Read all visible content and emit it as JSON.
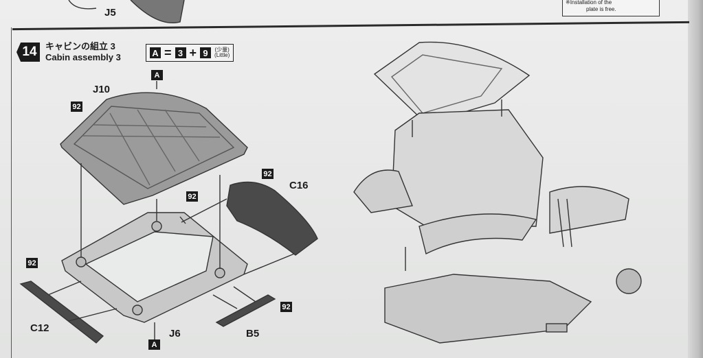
{
  "header": {
    "prev_part_label": "J5",
    "note_line1": "※Installation of the",
    "note_line2": "plate is free."
  },
  "step": {
    "number": "14",
    "title_jp": "キャビンの組立 3",
    "title_en": "Cabin assembly 3",
    "formula": {
      "a": "A",
      "b": "3",
      "c": "9",
      "little_jp": "(少量)",
      "little_en": "(Little)"
    }
  },
  "parts": {
    "roof": "J10",
    "panel": "C16",
    "frame": "J6",
    "left_step": "C12",
    "right_step": "B5",
    "paint_code": "92",
    "color_a": "A"
  }
}
